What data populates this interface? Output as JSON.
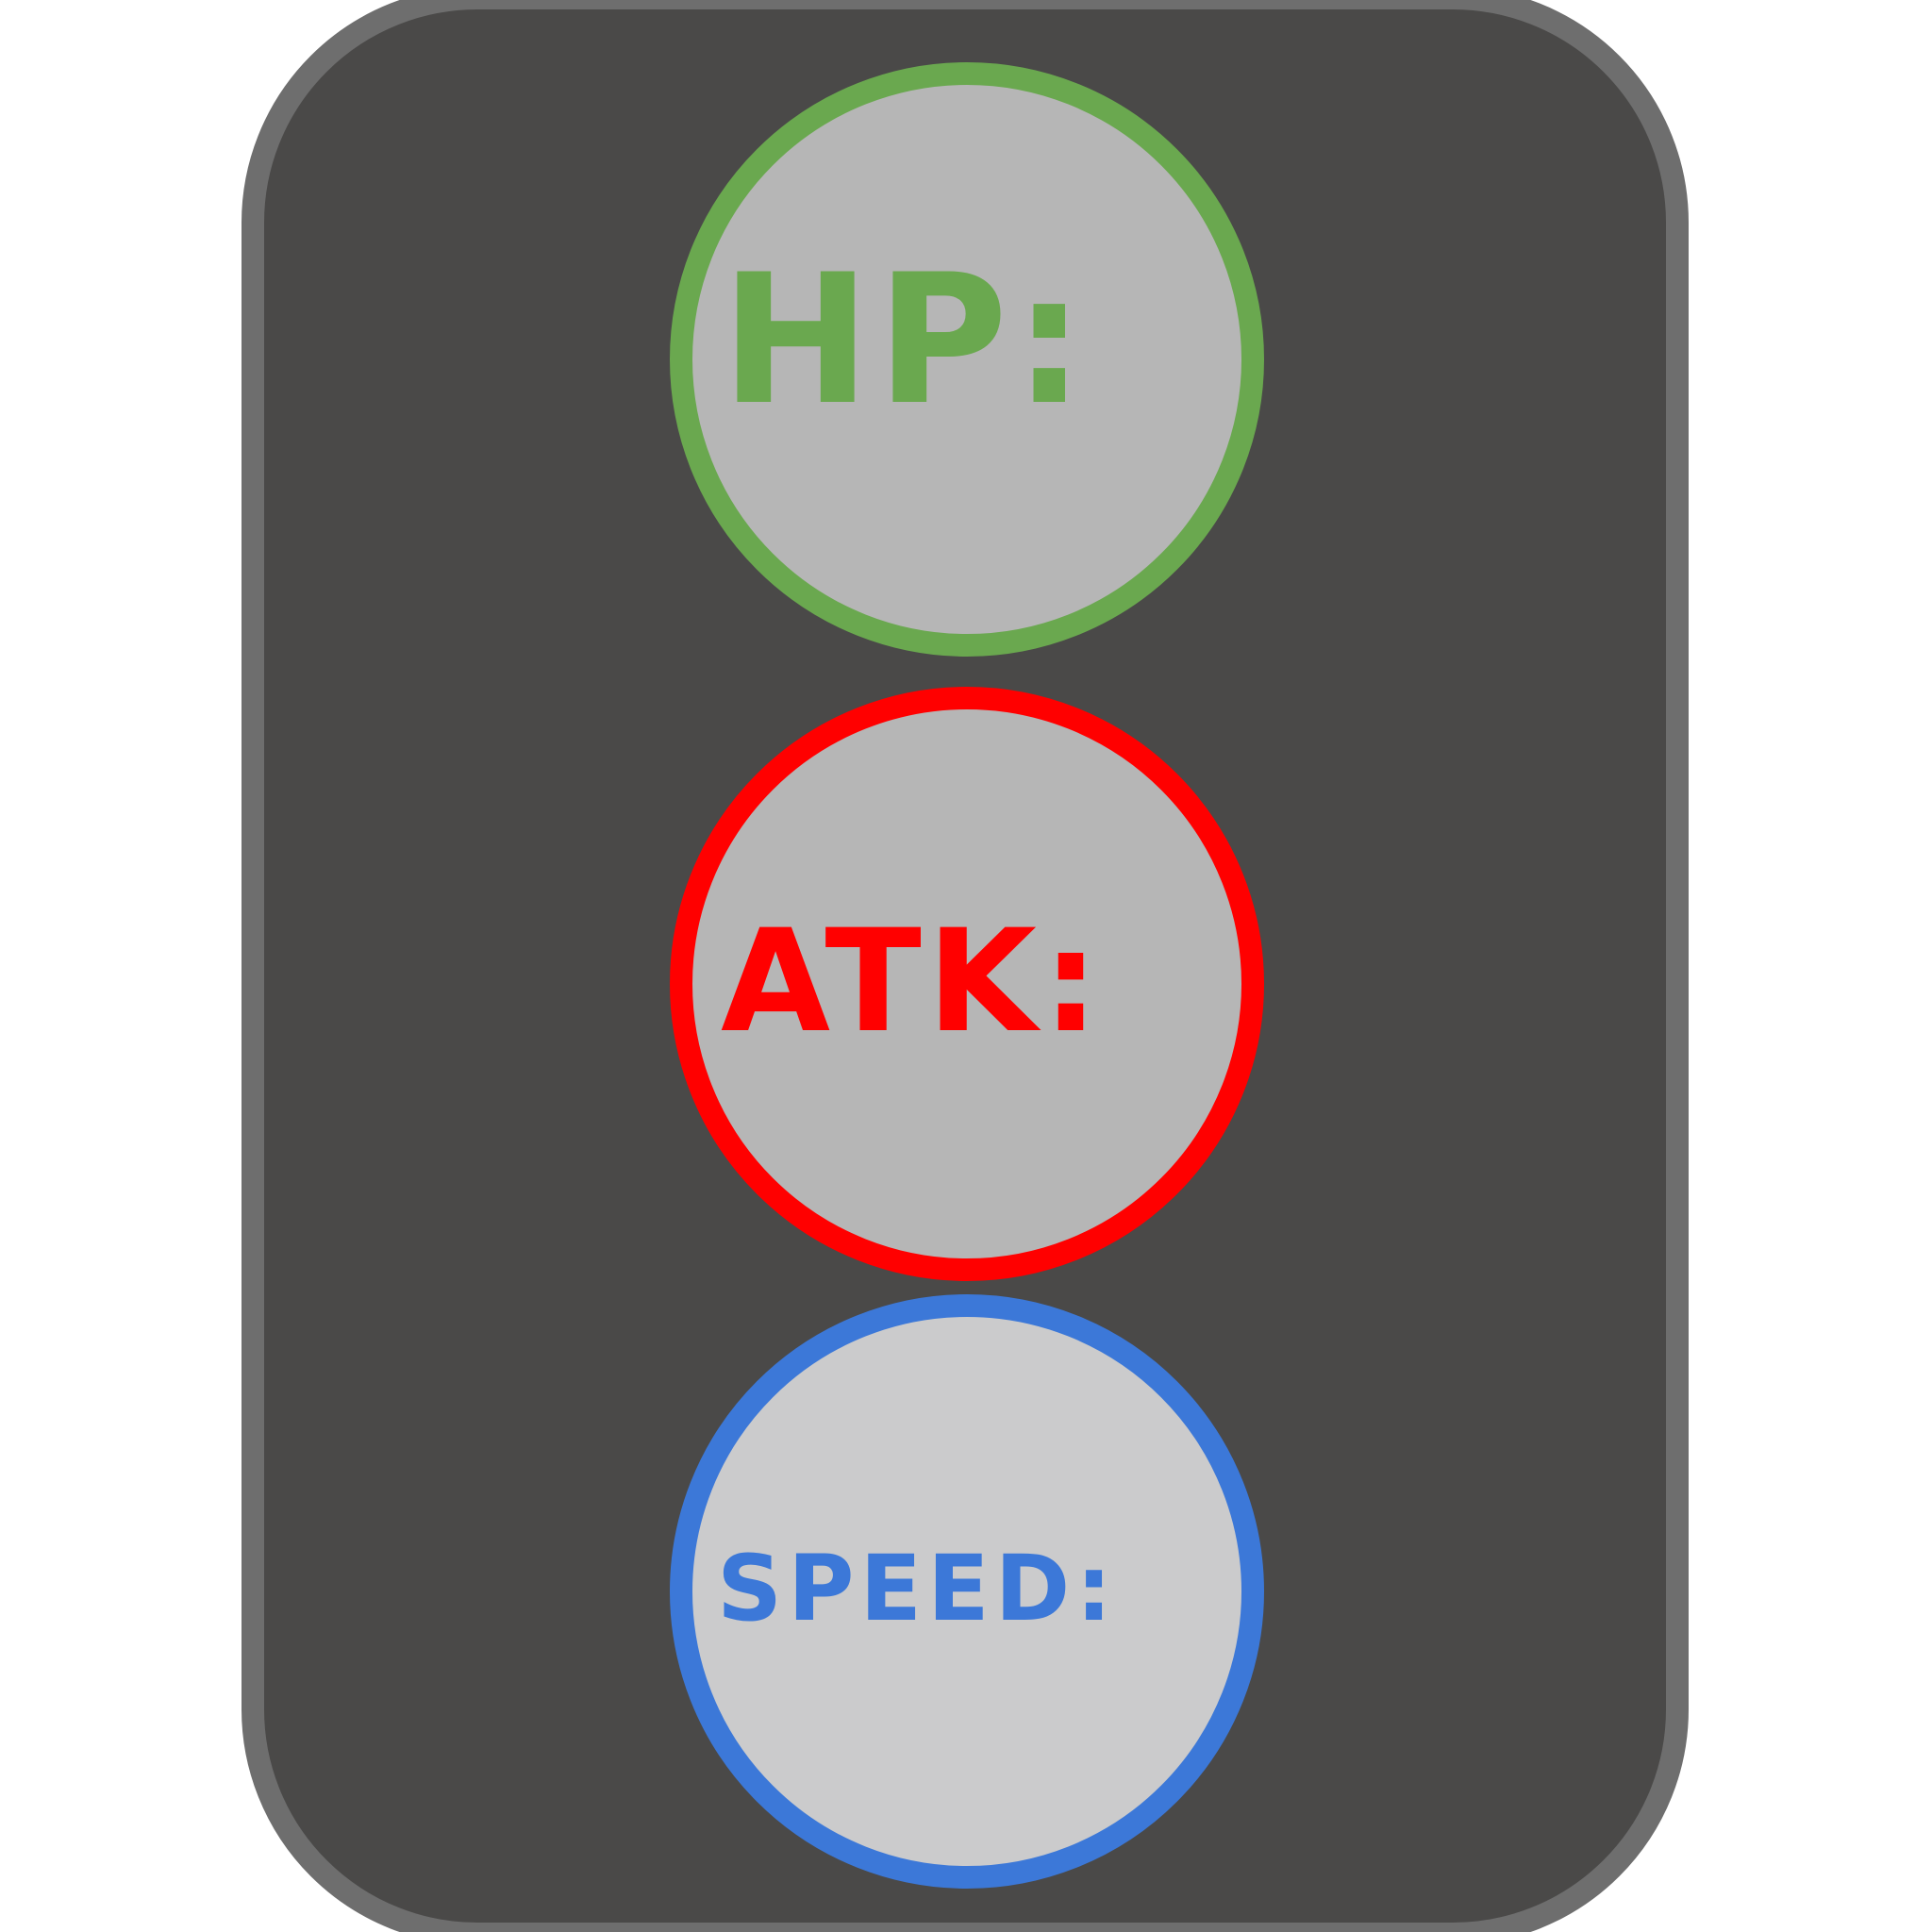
{
  "stats": {
    "hp": {
      "label": "HP:",
      "color": "#6aa84f"
    },
    "atk": {
      "label": "ATK:",
      "color": "#ff0000"
    },
    "speed": {
      "label": "SPEED:",
      "color": "#3c78d8"
    }
  },
  "colors": {
    "card_background": "#4a4948",
    "card_border": "#6e6e6e",
    "circle_fill": "#b6b6b6",
    "speed_circle_fill": "#cbcbcc",
    "page_background": "#ffffff"
  }
}
